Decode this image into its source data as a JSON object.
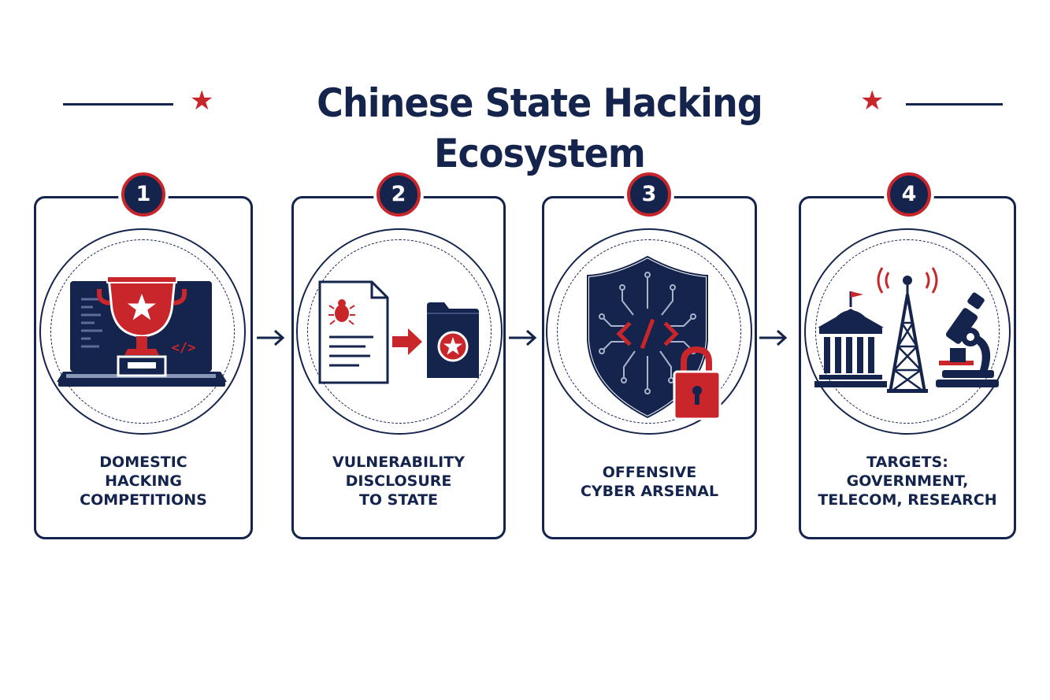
{
  "title": "Chinese State Hacking Ecosystem",
  "colors": {
    "navy": "#14244d",
    "red": "#c8262a",
    "background": "#ffffff"
  },
  "steps": [
    {
      "number": "1",
      "label": "DOMESTIC\nHACKING\nCOMPETITIONS",
      "icon": "trophy-laptop-icon"
    },
    {
      "number": "2",
      "label": "VULNERABILITY\nDISCLOSURE\nTO STATE",
      "icon": "document-to-folder-icon"
    },
    {
      "number": "3",
      "label": "OFFENSIVE\nCYBER ARSENAL",
      "icon": "shield-lock-icon"
    },
    {
      "number": "4",
      "label": "TARGETS:\nGOVERNMENT,\nTELECOM, RESEARCH",
      "icon": "government-telecom-research-icon"
    }
  ],
  "laptop_code_glyph": "</>"
}
